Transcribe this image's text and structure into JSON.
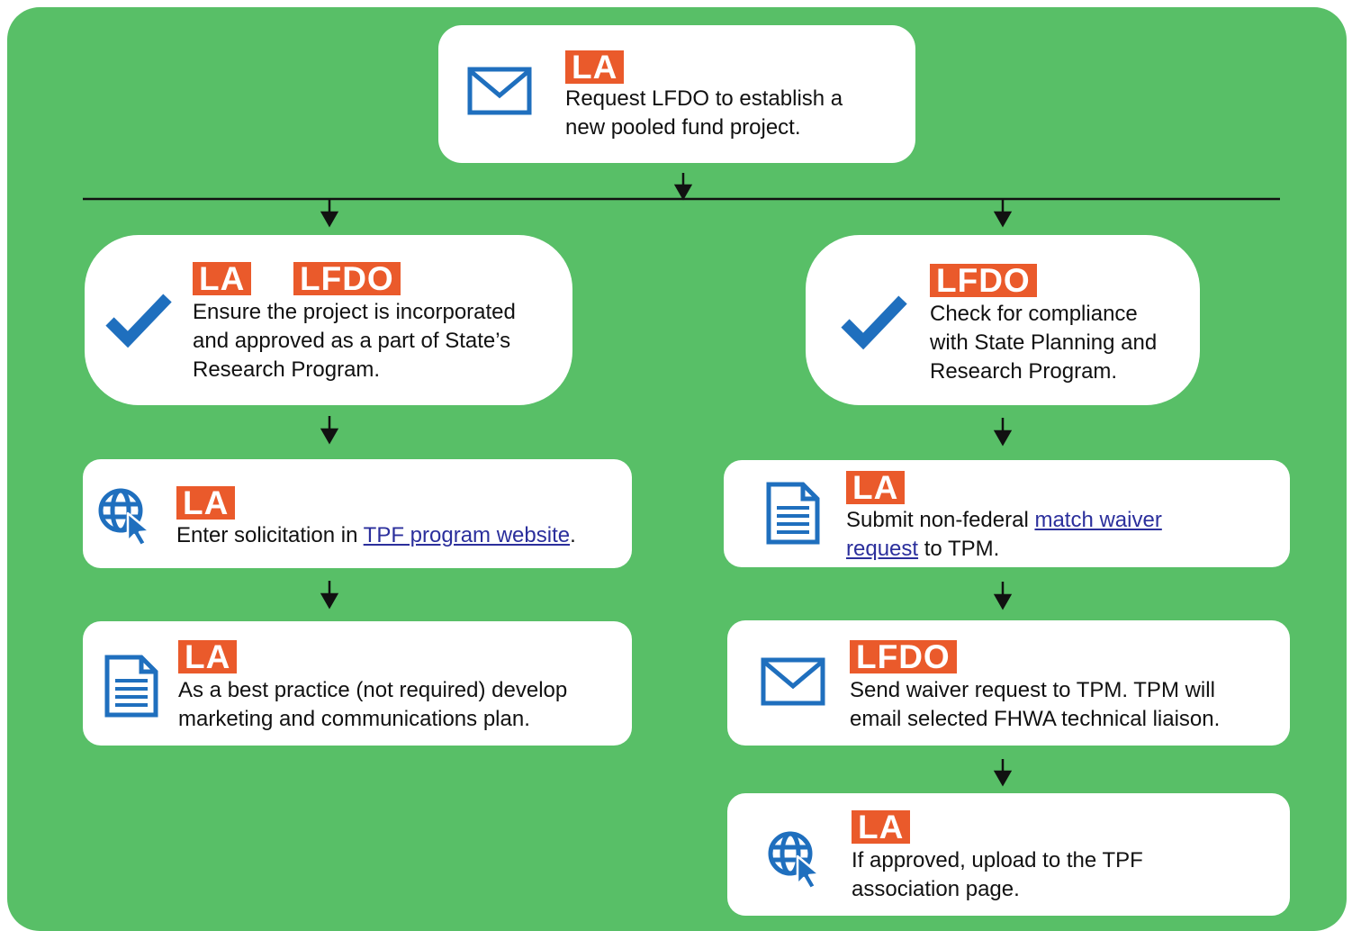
{
  "theme": {
    "panel": "#58bf67",
    "badge": "#ea5a2b",
    "icon": "#1f6fbe",
    "link": "#2b2f9c"
  },
  "steps": {
    "top": {
      "badge": "LA",
      "icon": "envelope-icon",
      "line1": "Request LFDO to establish a",
      "line2": "new pooled fund project."
    },
    "left1": {
      "badge1": "LA",
      "badge2": "LFDO",
      "icon": "checkmark-icon",
      "line1": "Ensure the project is incorporated",
      "line2": "and approved as a part of State’s",
      "line3": "Research Program."
    },
    "right1": {
      "badge": "LFDO",
      "icon": "checkmark-icon",
      "line1": "Check for compliance",
      "line2": "with State Planning and",
      "line3": "Research Program."
    },
    "left2": {
      "badge": "LA",
      "icon": "globe-cursor-icon",
      "pre": "Enter solicitation in ",
      "link": "TPF program website",
      "post": "."
    },
    "right2": {
      "badge": "LA",
      "icon": "document-icon",
      "pre": "Submit non-federal ",
      "link1": "match waiver",
      "link2": "request",
      "post": " to TPM."
    },
    "left3": {
      "badge": "LA",
      "icon": "document-icon",
      "line1": "As a best practice (not required) develop",
      "line2": "marketing and communications plan."
    },
    "right3": {
      "badge": "LFDO",
      "icon": "envelope-icon",
      "line1": "Send waiver request to TPM. TPM will",
      "line2": "email selected FHWA technical liaison."
    },
    "right4": {
      "badge": "LA",
      "icon": "globe-cursor-icon",
      "line1": "If approved, upload to the TPF",
      "line2": "association page."
    }
  }
}
